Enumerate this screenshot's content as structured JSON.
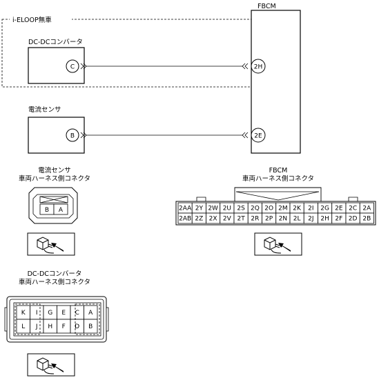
{
  "fbcm": {
    "title": "FBCM"
  },
  "option_box": {
    "label": "i-ELOOP無車"
  },
  "dcdc": {
    "label": "DC-DCコンバータ",
    "pin": "C",
    "fbcm_pin": "2H"
  },
  "sensor": {
    "label": "電流センサ",
    "pin": "B",
    "fbcm_pin": "2E"
  },
  "sensor_connector": {
    "title_line1": "電流センサ",
    "title_line2": "車両ハーネス側コネクタ",
    "cells": [
      "B",
      "A"
    ]
  },
  "fbcm_connector": {
    "title_line1": "FBCM",
    "title_line2": "車両ハーネス側コネクタ",
    "row1": [
      "2AA",
      "2Y",
      "2W",
      "2U",
      "2S",
      "2Q",
      "2O",
      "2M",
      "2K",
      "2I",
      "2G",
      "2E",
      "2C",
      "2A"
    ],
    "row2": [
      "2AB",
      "2Z",
      "2X",
      "2V",
      "2T",
      "2R",
      "2P",
      "2N",
      "2L",
      "2J",
      "2H",
      "2F",
      "2D",
      "2B"
    ]
  },
  "dcdc_connector": {
    "title_line1": "DC-DCコンバータ",
    "title_line2": "車両ハーネス側コネクタ",
    "row1": [
      "K",
      "I",
      "G",
      "E",
      "C",
      "A"
    ],
    "row2": [
      "L",
      "J",
      "H",
      "F",
      "D",
      "B"
    ]
  },
  "icons": [
    "connector-probe-icon"
  ]
}
